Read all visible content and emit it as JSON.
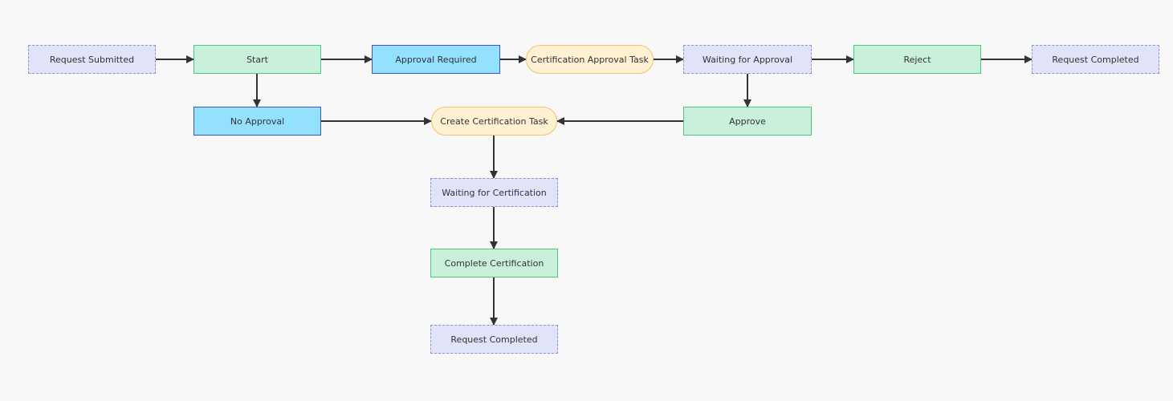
{
  "nodes": {
    "request_submitted": "Request Submitted",
    "start": "Start",
    "approval_required": "Approval Required",
    "certification_approval_task": "Certification Approval Task",
    "waiting_for_approval": "Waiting for Approval",
    "reject": "Reject",
    "request_completed_top": "Request Completed",
    "no_approval": "No Approval",
    "create_certification_task": "Create Certification Task",
    "approve": "Approve",
    "waiting_for_certification": "Waiting for Certification",
    "complete_certification": "Complete Certification",
    "request_completed_bottom": "Request Completed"
  },
  "colors": {
    "background": "#f8f8f9",
    "edge": "#333333",
    "dashed_fill": "#e1e3f8",
    "dashed_border": "#8f94cf",
    "green_fill": "#c8f0da",
    "green_border": "#4cc97d",
    "blue_fill": "#93e1ff",
    "blue_border": "#3c55c9",
    "pill_fill": "#fff1d2",
    "pill_border": "#f1c36a"
  },
  "edges": [
    [
      "request_submitted",
      "start"
    ],
    [
      "start",
      "approval_required"
    ],
    [
      "approval_required",
      "certification_approval_task"
    ],
    [
      "certification_approval_task",
      "waiting_for_approval"
    ],
    [
      "waiting_for_approval",
      "reject"
    ],
    [
      "reject",
      "request_completed_top"
    ],
    [
      "start",
      "no_approval"
    ],
    [
      "no_approval",
      "create_certification_task"
    ],
    [
      "waiting_for_approval",
      "approve"
    ],
    [
      "approve",
      "create_certification_task"
    ],
    [
      "create_certification_task",
      "waiting_for_certification"
    ],
    [
      "waiting_for_certification",
      "complete_certification"
    ],
    [
      "complete_certification",
      "request_completed_bottom"
    ]
  ]
}
